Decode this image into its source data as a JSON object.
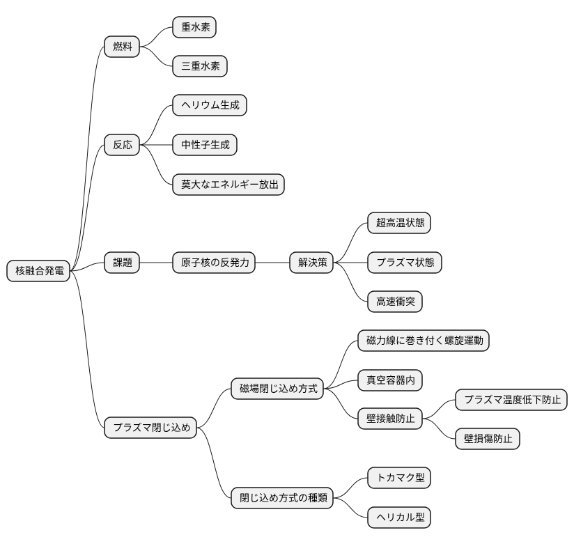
{
  "mindmap": {
    "root": {
      "label": "核融合発電",
      "children": [
        {
          "label": "燃料",
          "children": [
            {
              "label": "重水素"
            },
            {
              "label": "三重水素"
            }
          ]
        },
        {
          "label": "反応",
          "children": [
            {
              "label": "ヘリウム生成"
            },
            {
              "label": "中性子生成"
            },
            {
              "label": "莫大なエネルギー放出"
            }
          ]
        },
        {
          "label": "課題",
          "children": [
            {
              "label": "原子核の反発力",
              "children": [
                {
                  "label": "解決策",
                  "children": [
                    {
                      "label": "超高温状態"
                    },
                    {
                      "label": "プラズマ状態"
                    },
                    {
                      "label": "高速衝突"
                    }
                  ]
                }
              ]
            }
          ]
        },
        {
          "label": "プラズマ閉じ込め",
          "children": [
            {
              "label": "磁場閉じ込め方式",
              "children": [
                {
                  "label": "磁力線に巻き付く螺旋運動"
                },
                {
                  "label": "真空容器内"
                },
                {
                  "label": "壁接触防止",
                  "children": [
                    {
                      "label": "プラズマ温度低下防止"
                    },
                    {
                      "label": "壁損傷防止"
                    }
                  ]
                }
              ]
            },
            {
              "label": "閉じ込め方式の種類",
              "children": [
                {
                  "label": "トカマク型"
                },
                {
                  "label": "ヘリカル型"
                }
              ]
            }
          ]
        }
      ]
    }
  }
}
